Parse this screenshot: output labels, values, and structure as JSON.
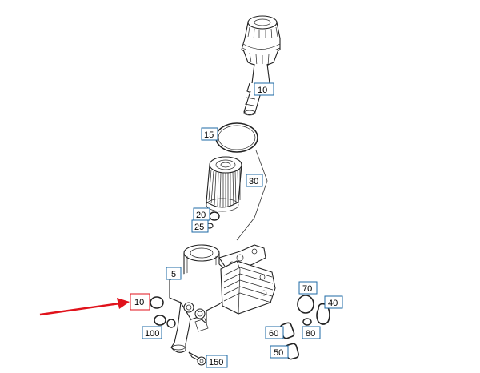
{
  "diagram": {
    "colors": {
      "label_border": "#1c6aa6",
      "highlight": "#e0121b",
      "arrow": "#e0121b",
      "line": "#222222"
    },
    "labels": [
      {
        "id": "lbl-10-top",
        "text": "10"
      },
      {
        "id": "lbl-15",
        "text": "15"
      },
      {
        "id": "lbl-30",
        "text": "30"
      },
      {
        "id": "lbl-20",
        "text": "20"
      },
      {
        "id": "lbl-25",
        "text": "25"
      },
      {
        "id": "lbl-5",
        "text": "5"
      },
      {
        "id": "lbl-10-highlighted",
        "text": "10",
        "highlighted": true
      },
      {
        "id": "lbl-100",
        "text": "100"
      },
      {
        "id": "lbl-150",
        "text": "150"
      },
      {
        "id": "lbl-70",
        "text": "70"
      },
      {
        "id": "lbl-40",
        "text": "40"
      },
      {
        "id": "lbl-60",
        "text": "60"
      },
      {
        "id": "lbl-80",
        "text": "80"
      },
      {
        "id": "lbl-50",
        "text": "50"
      }
    ]
  }
}
